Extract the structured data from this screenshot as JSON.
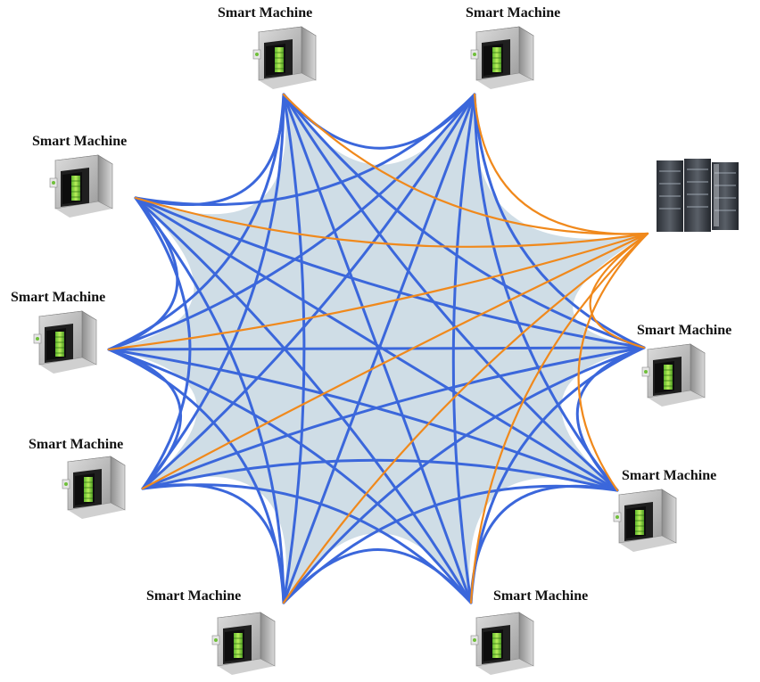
{
  "diagram": {
    "nodes": [
      {
        "id": "m-top-left",
        "label": "Smart Machine",
        "kind": "machine"
      },
      {
        "id": "m-top-right",
        "label": "Smart Machine",
        "kind": "machine"
      },
      {
        "id": "m-upper-left",
        "label": "Smart Machine",
        "kind": "machine"
      },
      {
        "id": "server",
        "label": "",
        "kind": "server"
      },
      {
        "id": "m-mid-left",
        "label": "Smart Machine",
        "kind": "machine"
      },
      {
        "id": "m-mid-right",
        "label": "Smart Machine",
        "kind": "machine"
      },
      {
        "id": "m-lower-left",
        "label": "Smart Machine",
        "kind": "machine"
      },
      {
        "id": "m-lower-right",
        "label": "Smart Machine",
        "kind": "machine"
      },
      {
        "id": "m-bottom-left",
        "label": "Smart Machine",
        "kind": "machine"
      },
      {
        "id": "m-bottom-right",
        "label": "Smart Machine",
        "kind": "machine"
      }
    ],
    "colors": {
      "machine_link": "#3b67db",
      "server_link": "#f0891c",
      "mesh_fill": "#cfdde6"
    }
  }
}
